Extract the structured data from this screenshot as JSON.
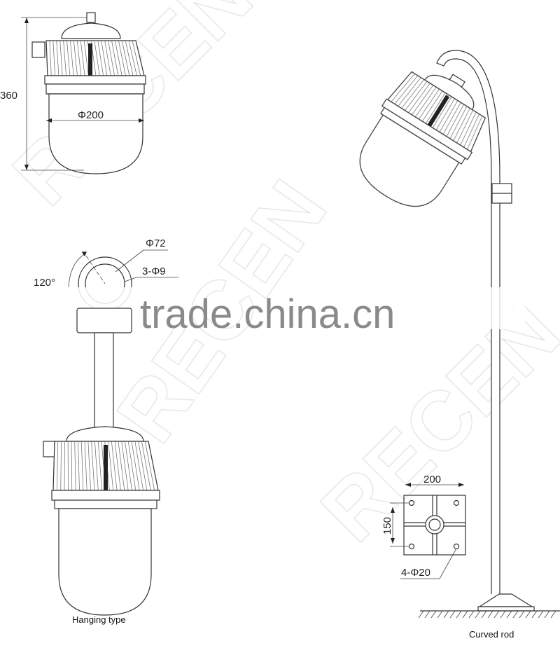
{
  "top_lamp": {
    "height_dim": "360",
    "diameter_dim": "Φ200"
  },
  "hanging": {
    "ring_dim": "Φ72",
    "holes_dim": "3-Φ9",
    "angle_dim": "120°",
    "caption": "Hanging type"
  },
  "curved_rod": {
    "plate_width": "200",
    "plate_height": "150",
    "plate_holes": "4-Φ20",
    "caption": "Curved rod"
  },
  "watermarks": {
    "site": "trade.china.cn",
    "brand": "RECEN"
  }
}
